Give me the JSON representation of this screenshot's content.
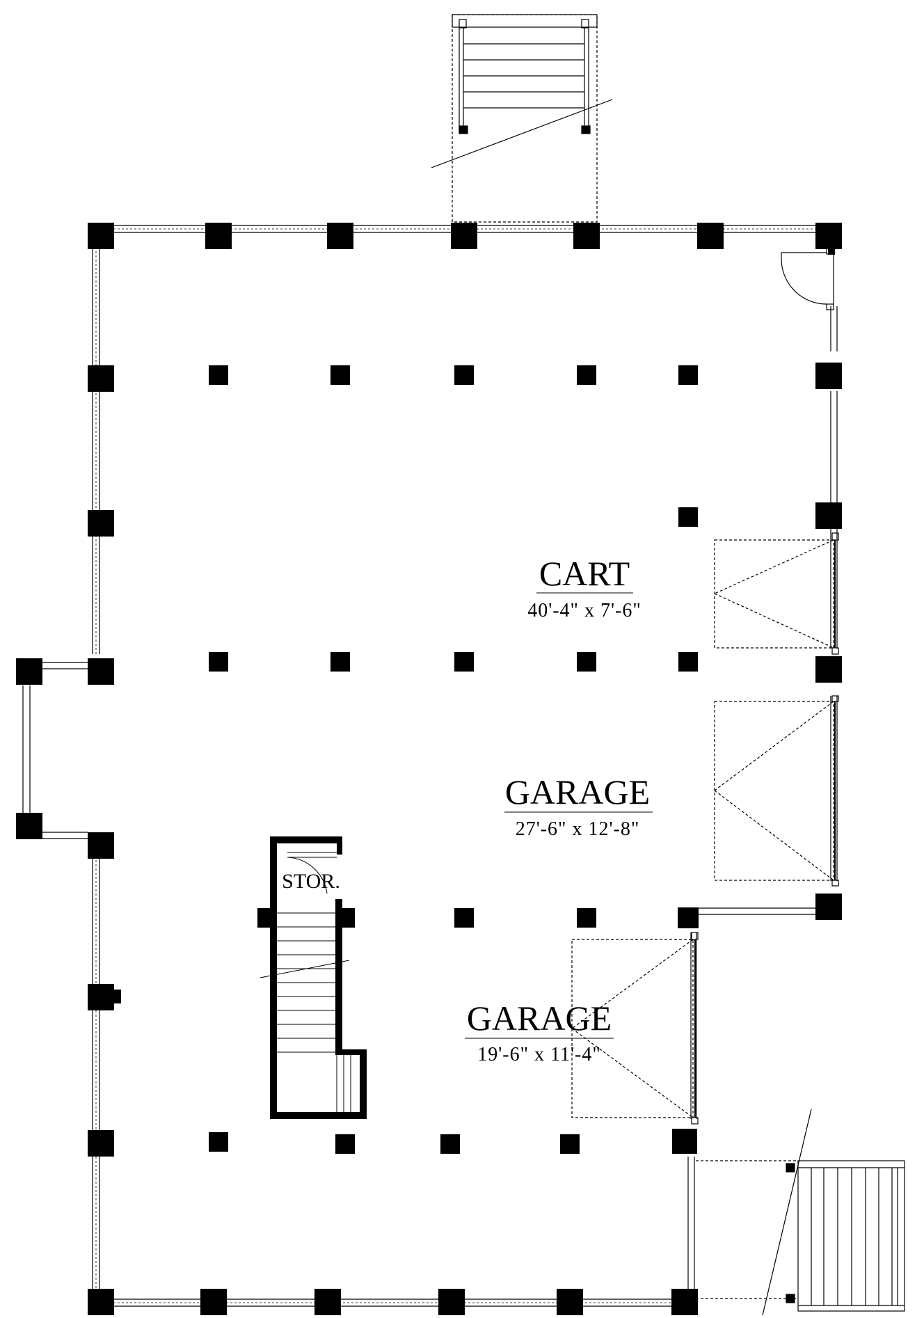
{
  "rooms": {
    "cart": {
      "name": "CART",
      "dimensions": "40'-4\" x 7'-6\""
    },
    "garage_main": {
      "name": "GARAGE",
      "dimensions": "27'-6\" x 12'-8\""
    },
    "garage_small": {
      "name": "GARAGE",
      "dimensions": "19'-6\" x 11'-4\""
    },
    "storage": {
      "name": "STOR."
    }
  },
  "colors": {
    "line": "#000000",
    "background": "#ffffff"
  }
}
